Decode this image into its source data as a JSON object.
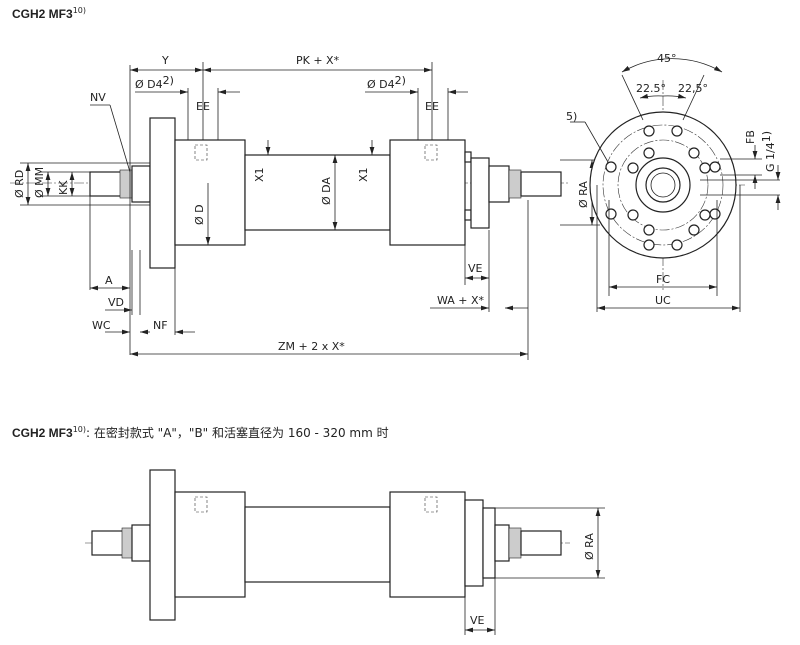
{
  "titles": {
    "top": {
      "main": "CGH2 MF3",
      "sup": "10)"
    },
    "bottom": {
      "main": "CGH2 MF3",
      "sup": "10)",
      "suffix": ": 在密封款式 \"A\"，\"B\" 和活塞直径为 160 - 320 mm 时"
    }
  },
  "top_view": {
    "Y": "Y",
    "PK": "PK + X*",
    "D4": "Ø D4",
    "D4_sup": "2)",
    "EE": "EE",
    "NV": "NV",
    "RD": "Ø RD",
    "MM": "Ø MM",
    "KK": "KK",
    "X1": "X1",
    "DA": "Ø DA",
    "D": "Ø D",
    "RA": "Ø RA",
    "A": "A",
    "VD": "VD",
    "WC": "WC",
    "NF": "NF",
    "ZM": "ZM + 2 x X*",
    "VE": "VE",
    "WA": "WA + X*"
  },
  "end_view": {
    "angle45": "45°",
    "angle_l": "22.5°",
    "angle_r": "22,5°",
    "note5": "5)",
    "FB": "FB",
    "G": "G 1/4",
    "G_sup": "1)",
    "FC": "FC",
    "UC": "UC"
  },
  "bottom_view": {
    "RA": "Ø RA",
    "VE": "VE"
  }
}
